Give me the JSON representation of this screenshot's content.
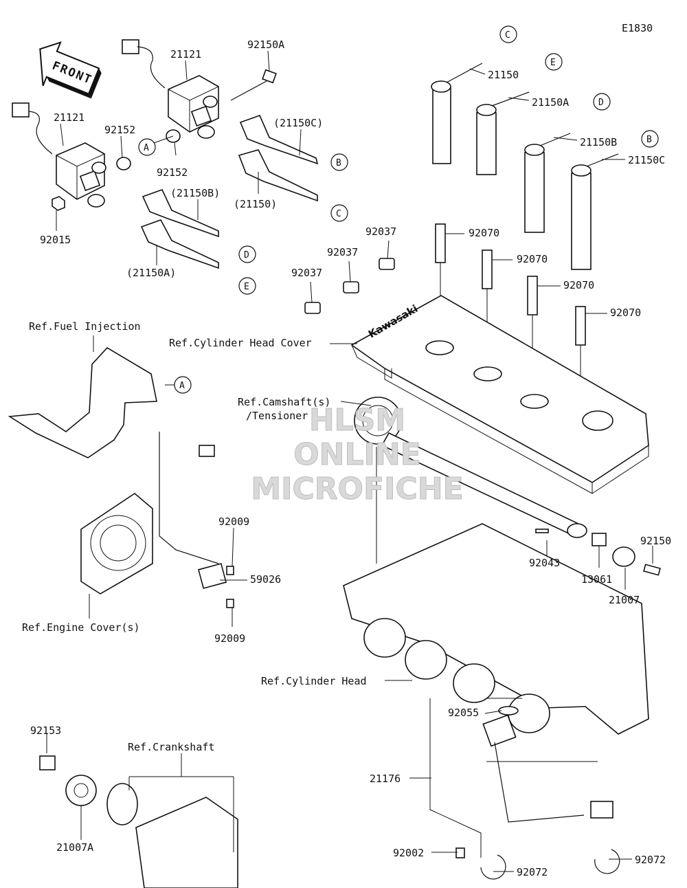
{
  "code": "E1830",
  "front_label": "FRONT",
  "watermark": [
    "HLSM",
    "ONLINE",
    "MICROFICHE"
  ],
  "callouts": [
    "A",
    "B",
    "C",
    "D",
    "E"
  ],
  "logo_text": "Kawasaki",
  "labels": {
    "p92150A": "92150A",
    "p21121_top": "21121",
    "p21121_left": "21121",
    "p92152_a": "92152",
    "p92152_b": "92152",
    "p92015": "92015",
    "p21150C_paren": "(21150C)",
    "p21150_paren": "(21150)",
    "p21150B_paren": "(21150B)",
    "p21150A_paren": "(21150A)",
    "p21150": "21150",
    "p21150A": "21150A",
    "p21150B": "21150B",
    "p21150C": "21150C",
    "p92037_a": "92037",
    "p92037_b": "92037",
    "p92037_c": "92037",
    "p92070_a": "92070",
    "p92070_b": "92070",
    "p92070_c": "92070",
    "p92070_d": "92070",
    "ref_fuel": "Ref.Fuel Injection",
    "ref_head_cover": "Ref.Cylinder Head Cover",
    "ref_camshaft_1": "Ref.Camshaft(s)",
    "ref_camshaft_2": "/Tensioner",
    "p92009_a": "92009",
    "p92009_b": "92009",
    "p59026": "59026",
    "ref_engine_cover": "Ref.Engine Cover(s)",
    "p92043": "92043",
    "p13061": "13061",
    "p21007": "21007",
    "p92150": "92150",
    "ref_cylinder_head": "Ref.Cylinder Head",
    "p92153": "92153",
    "ref_crankshaft": "Ref.Crankshaft",
    "p21007A": "21007A",
    "p21176": "21176",
    "p92055": "92055",
    "p92002": "92002",
    "p92072_a": "92072",
    "p92072_b": "92072"
  }
}
